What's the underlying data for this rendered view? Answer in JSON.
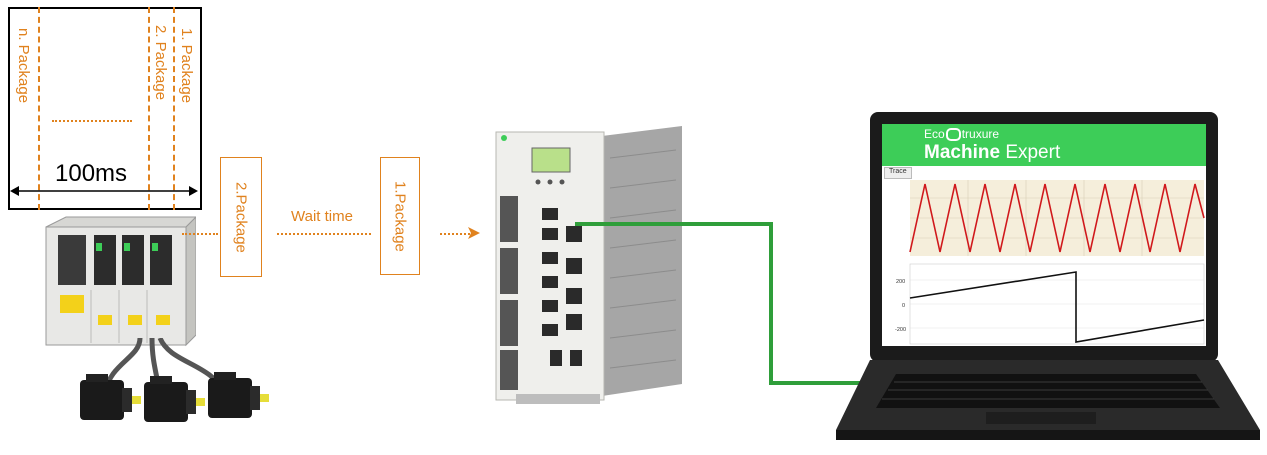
{
  "timeline": {
    "package_labels": [
      "n. Package",
      "2. Package",
      "1. Package"
    ],
    "duration_label": "100ms"
  },
  "transfer": {
    "package_box_2": "2.Package",
    "wait_label": "Wait time",
    "package_box_1": "1.Package"
  },
  "laptop": {
    "brand_eco": "Eco",
    "brand_truxure": "truxure",
    "product_bold": "Machine",
    "product_light": "Expert",
    "trace_tab": "Trace",
    "chart2_ticks": [
      "200",
      "0",
      "-200"
    ]
  },
  "colors": {
    "accent_orange": "#e0821e",
    "cable_green": "#2f9e3a",
    "ecostruxure_green": "#3dcd58",
    "sine_red": "#d0181c"
  }
}
